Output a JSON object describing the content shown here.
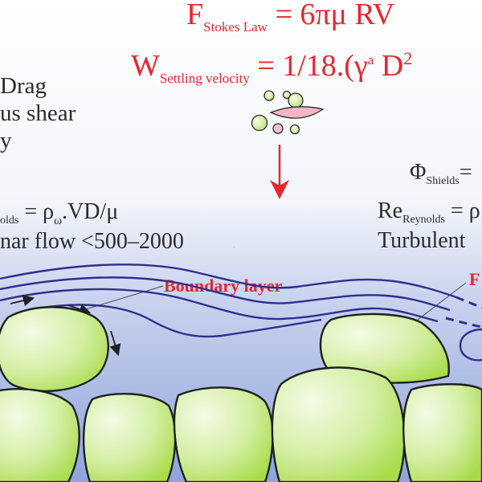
{
  "colors": {
    "red": "#e8262f",
    "flow_line": "#2e2f8f",
    "grain_light": "#f4fbe6",
    "grain_dark": "#a8dc4a",
    "water_top": "#ffffff",
    "water_bottom": "#8ea4da",
    "text": "#2b2b2b",
    "pink": "#f3b6c8"
  },
  "equations": {
    "stokes": {
      "symbol": "F",
      "subscript": "Stokes Law",
      "rhs": " = 6πμ RV"
    },
    "settling": {
      "symbol": "W",
      "subscript": "Settling velocity",
      "rhs_pre": " = 1/18.(γ",
      "rhs_sup": "a",
      "rhs_post": " D",
      "rhs_sup2": "2"
    }
  },
  "left_text": {
    "line1": "Drag",
    "line2": "us shear",
    "line3": "y",
    "reynolds_sub": "olds",
    "reynolds_rhs_pre": " = ρ",
    "reynolds_rhs_sub": "ω",
    "reynolds_rhs_post": ".VD/μ",
    "laminar": "nar flow <500–2000"
  },
  "right_text": {
    "shields_symbol": "Φ",
    "shields_sub": "Shields",
    "shields_rhs": "=",
    "reynolds_symbol": "Re",
    "reynolds_sub": "Reynolds",
    "reynolds_rhs": " = ρ",
    "turbulent": "Turbulent",
    "f_label": "F"
  },
  "labels": {
    "boundary_layer": "Boundary layer"
  }
}
